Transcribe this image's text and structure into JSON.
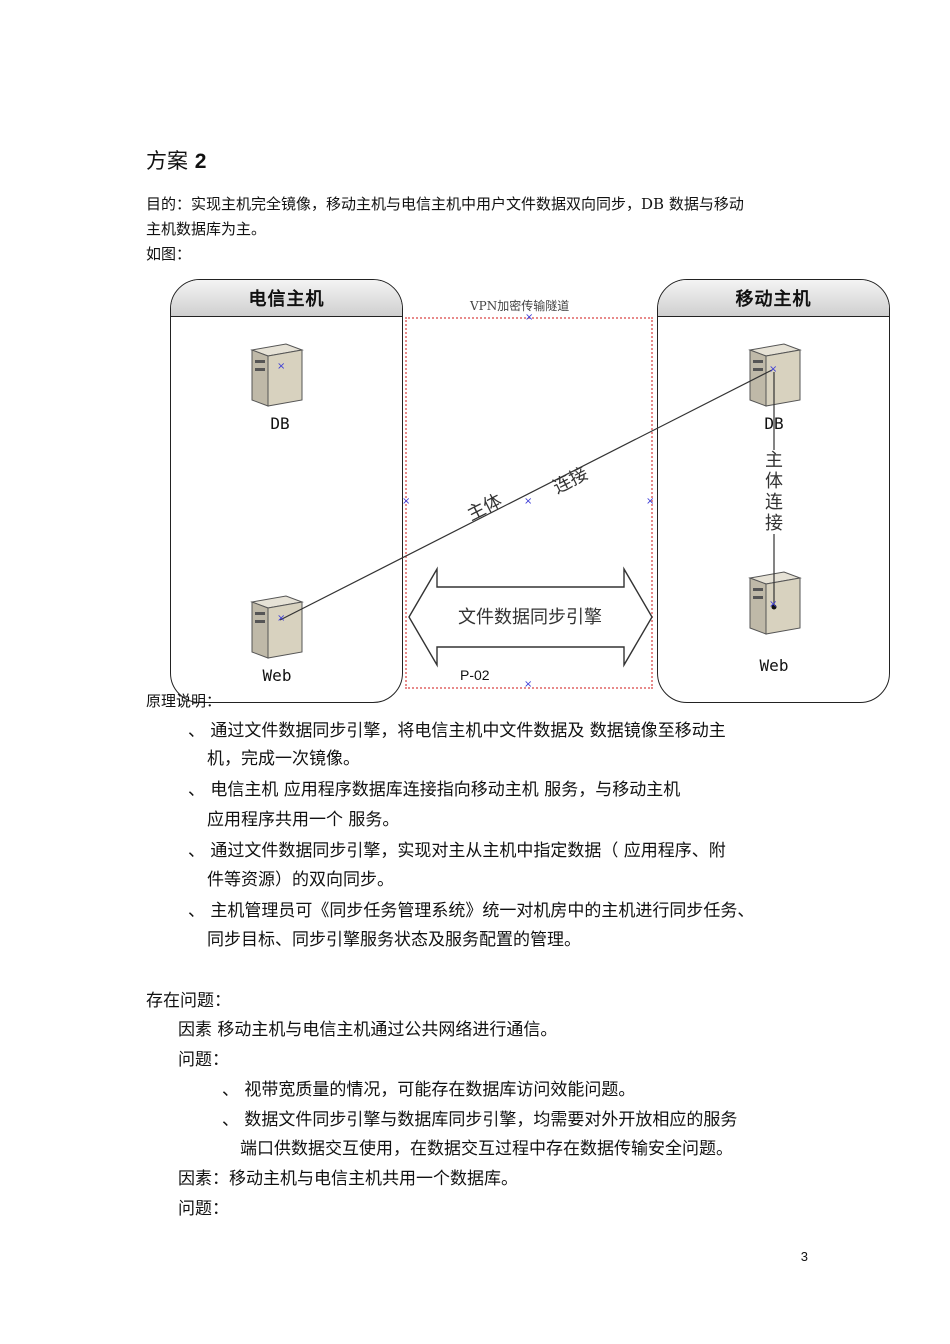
{
  "heading": {
    "prefix": "方案",
    "number": "2"
  },
  "intro": {
    "purpose_line1": "目的：实现主机完全镜像，移动主机与电信主机中用户文件数据双向同步，DB 数据与移动",
    "purpose_line2": "主机数据库为主。",
    "figure_label": "如图："
  },
  "diagram": {
    "left_panel_title": "电信主机",
    "right_panel_title": "移动主机",
    "tunnel_label": "VPN加密传输隧道",
    "db_label_left": "DB",
    "web_label_left": "Web",
    "db_label_right": "DB",
    "web_label_right": "Web",
    "diag_conn_text_a": "主体",
    "diag_conn_text_b": "连接",
    "vertical_conn_text": "主体连接",
    "engine_label": "文件数据同步引擎",
    "figure_id": "P-02"
  },
  "principle": {
    "title": "原理说明：",
    "items": [
      {
        "line1": "、 通过文件数据同步引擎，将电信主机中文件数据及     数据镜像至移动主",
        "line2": "机，完成一次镜像。"
      },
      {
        "line1": "、 电信主机      应用程序数据库连接指向移动主机     服务，与移动主机",
        "line2": "应用程序共用一个     服务。"
      },
      {
        "line1": "、 通过文件数据同步引擎，实现对主从主机中指定数据（       应用程序、附",
        "line2": "件等资源）的双向同步。"
      },
      {
        "line1": "、 主机管理员可《同步任务管理系统》统一对机房中的主机进行同步任务、",
        "line2": "同步目标、同步引擎服务状态及服务配置的管理。"
      }
    ]
  },
  "issues": {
    "title": "存在问题：",
    "factor1": "因素    移动主机与电信主机通过公共网络进行通信。",
    "question1": "问题：",
    "sub1": "、 视带宽质量的情况，可能存在数据库访问效能问题。",
    "sub2_line1": "、 数据文件同步引擎与数据库同步引擎，均需要对外开放相应的服务",
    "sub2_line2": "端口供数据交互使用，在数据交互过程中存在数据传输安全问题。",
    "factor2": "因素：移动主机与电信主机共用一个数据库。",
    "question2": "问题："
  },
  "page_number": "3"
}
